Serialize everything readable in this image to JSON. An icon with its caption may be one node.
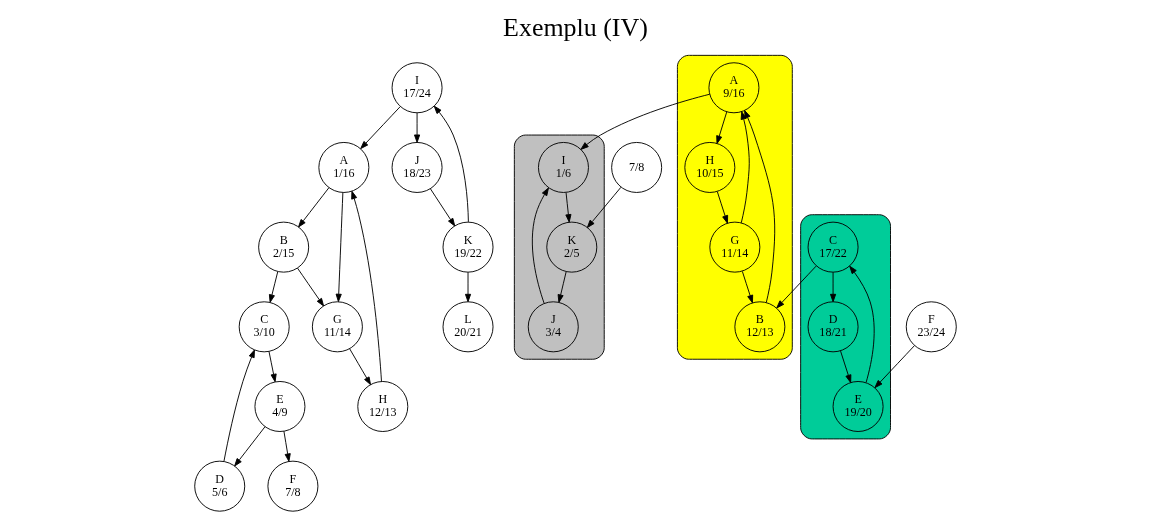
{
  "diagram": {
    "title": "Exemplu (IV)",
    "nodes": [
      {
        "text": [
          "I",
          "17/24"
        ]
      },
      {
        "text": [
          "A",
          "1/16"
        ]
      },
      {
        "text": [
          "J",
          "18/23"
        ]
      },
      {
        "text": [
          "G",
          "11/14"
        ]
      },
      {
        "text": [
          "B",
          "2/15"
        ]
      },
      {
        "text": [
          "C",
          "3/10"
        ]
      },
      {
        "text": [
          "H",
          "12/13"
        ]
      },
      {
        "text": [
          "K",
          "19/22"
        ]
      },
      {
        "text": [
          "D",
          "5/6"
        ]
      },
      {
        "text": [
          "L",
          "20/21"
        ]
      },
      {
        "text": [
          "E",
          "4/9"
        ]
      },
      {
        "text": [
          "F",
          "7/8"
        ]
      },
      {
        "text": [],
        "shape": "cloud"
      },
      {
        "text": [],
        "shape": "cloud"
      },
      {
        "text": [],
        "shape": "cloud"
      },
      {
        "text": [
          "I",
          "1/6"
        ],
        "in": 13
      },
      {
        "text": [
          "A",
          "9/16"
        ],
        "in": 12
      },
      {
        "text": [
          "J",
          "3/4"
        ],
        "in": 13
      },
      {
        "text": [
          "G",
          "11/14"
        ],
        "in": 12
      },
      {
        "text": [
          "B",
          "12/13"
        ],
        "in": 12
      },
      {
        "text": [
          "H",
          "10/15"
        ],
        "in": 12
      },
      {
        "text": [
          "K",
          "2/5"
        ],
        "in": 13
      },
      {
        "text": [
          "C",
          "17/22"
        ],
        "in": 14
      },
      {
        "text": [
          "D",
          "18/21"
        ],
        "in": 14
      },
      {
        "text": [
          "7/8"
        ]
      },
      {
        "text": [
          "E",
          "19/20"
        ],
        "in": 14
      },
      {
        "text": [
          "F",
          "23/24"
        ]
      }
    ],
    "edges": [
      {
        "from": 0,
        "to": 1,
        "arrow": "to"
      },
      {
        "from": 0,
        "to": 2,
        "arrow": "to"
      },
      {
        "from": 1,
        "to": 3,
        "arrow": "to"
      },
      {
        "from": 1,
        "to": 4,
        "arrow": "to"
      },
      {
        "from": 4,
        "to": 3,
        "arrow": "to"
      },
      {
        "from": 4,
        "to": 5,
        "arrow": "to"
      },
      {
        "from": 3,
        "to": 6,
        "arrow": "to"
      },
      {
        "from": 6,
        "to": 1,
        "arrow": "to"
      },
      {
        "from": 2,
        "to": 7,
        "arrow": "to"
      },
      {
        "from": 7,
        "to": 0,
        "arrow": "to"
      },
      {
        "from": 7,
        "to": 9,
        "arrow": "to"
      },
      {
        "from": 8,
        "to": 5,
        "arrow": "to"
      },
      {
        "from": 5,
        "to": 10,
        "arrow": "to"
      },
      {
        "from": 10,
        "to": 8,
        "arrow": "to"
      },
      {
        "from": 10,
        "to": 11,
        "arrow": "to"
      },
      {
        "from": 16,
        "to": 15,
        "arrow": "to"
      },
      {
        "from": 18,
        "to": 16,
        "arrow": "to"
      },
      {
        "from": 16,
        "to": 20,
        "arrow": "to"
      },
      {
        "from": 18,
        "to": 19,
        "arrow": "to"
      },
      {
        "from": 20,
        "to": 18,
        "arrow": "to"
      },
      {
        "from": 19,
        "to": 16,
        "arrow": "to"
      },
      {
        "from": 22,
        "to": 19,
        "arrow": "to"
      },
      {
        "from": 22,
        "to": 23,
        "arrow": "to"
      },
      {
        "from": 23,
        "to": 25,
        "arrow": "to"
      },
      {
        "from": 25,
        "to": 22,
        "arrow": "to"
      },
      {
        "from": 26,
        "to": 25,
        "arrow": "to"
      },
      {
        "from": 15,
        "to": 21,
        "arrow": "to"
      },
      {
        "from": 21,
        "to": 17,
        "arrow": "to"
      },
      {
        "from": 17,
        "to": 15,
        "arrow": "to"
      },
      {
        "from": 24,
        "to": 21,
        "arrow": "to"
      }
    ]
  }
}
